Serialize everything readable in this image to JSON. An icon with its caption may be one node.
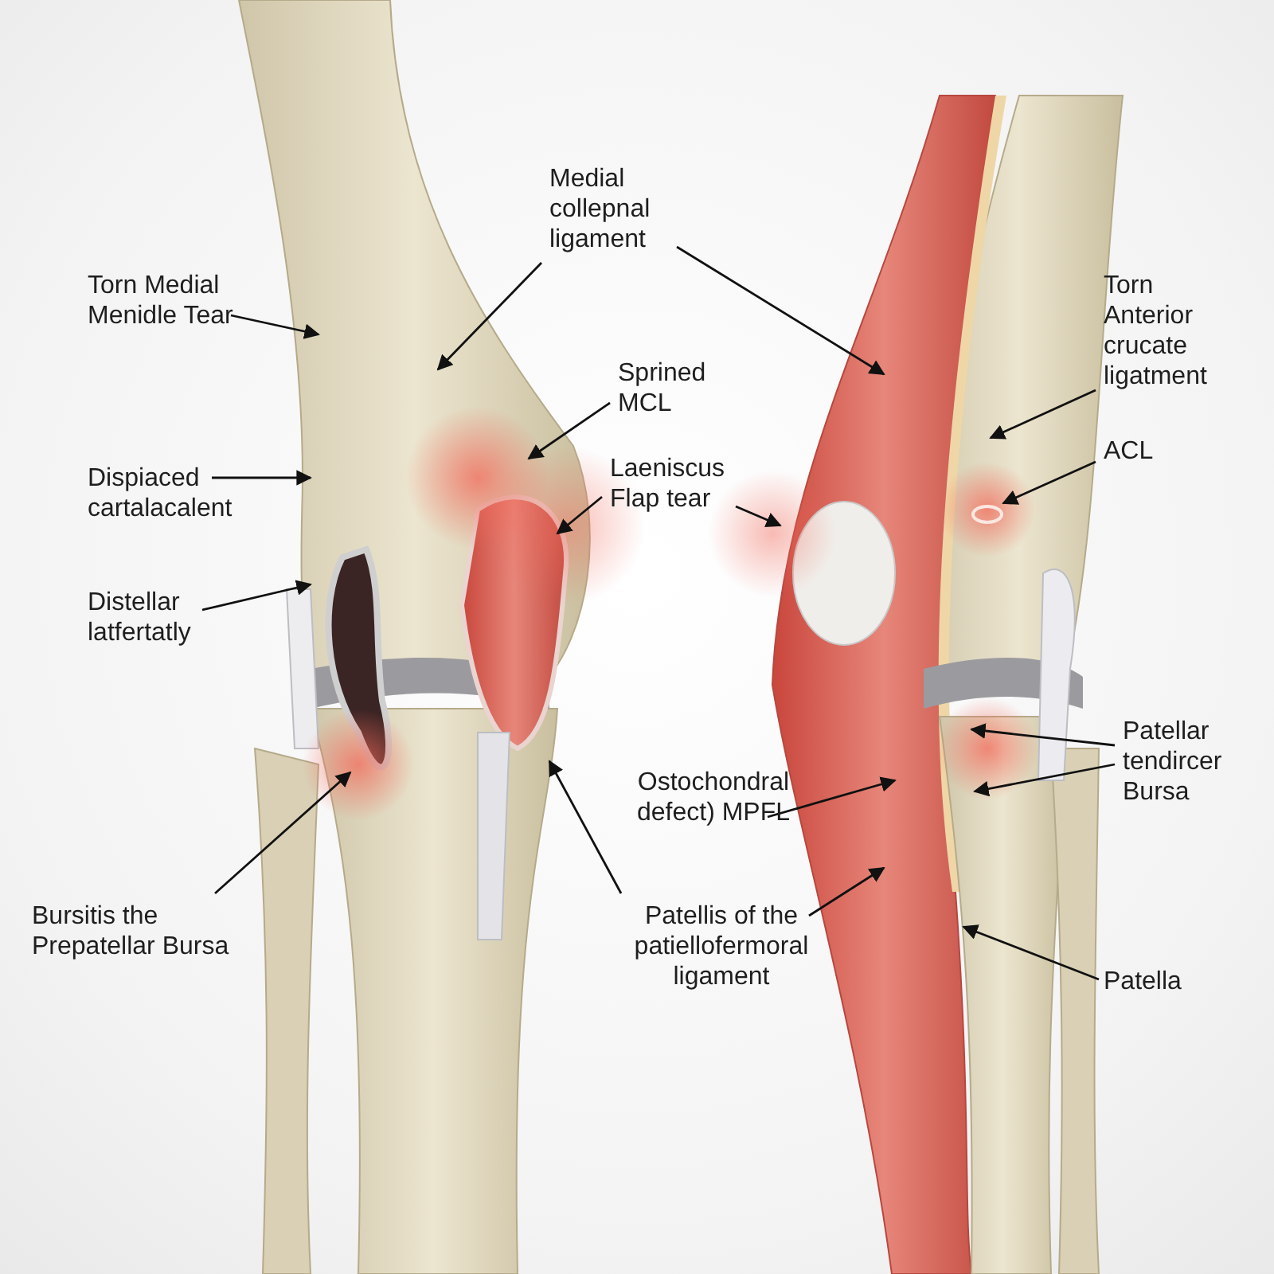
{
  "diagram": {
    "nodes": [
      {
        "text": [
          "Medial collepnal ligament"
        ]
      },
      {
        "text": [
          "Torn Medial Menidle Tear"
        ]
      },
      {
        "text": [
          "Sprined MCL"
        ]
      },
      {
        "text": [
          "Torn Anterior crucate ligatment"
        ]
      },
      {
        "text": [
          "Dispiaced cartalacalent"
        ]
      },
      {
        "text": [
          "Laeniscus Flap tear"
        ]
      },
      {
        "text": [
          "ACL"
        ]
      },
      {
        "text": [
          "Distellar latfertatly"
        ]
      },
      {
        "text": [
          "Patellar tendircer Bursa"
        ]
      },
      {
        "text": [
          "Ostochondral defect) MPFL"
        ]
      },
      {
        "text": [
          "Bursitis the Prepatellar Bursa"
        ]
      },
      {
        "text": [
          "Patellis of the patiellofermoral ligament"
        ]
      },
      {
        "text": [
          "Patella"
        ]
      }
    ],
    "edges": [
      {
        "from": 0,
        "to": null,
        "arrow": "to"
      },
      {
        "from": 0,
        "to": null,
        "arrow": "to"
      },
      {
        "from": 1,
        "to": null,
        "arrow": "to"
      },
      {
        "from": 2,
        "to": null,
        "arrow": "to"
      },
      {
        "from": 3,
        "to": null,
        "arrow": "to"
      },
      {
        "from": 4,
        "to": null,
        "arrow": "to"
      },
      {
        "from": 5,
        "to": null,
        "arrow": "to"
      },
      {
        "from": 5,
        "to": null,
        "arrow": "to"
      },
      {
        "from": 6,
        "to": null,
        "arrow": "to"
      },
      {
        "from": 7,
        "to": null,
        "arrow": "to"
      },
      {
        "from": 8,
        "to": null,
        "arrow": "to"
      },
      {
        "from": 8,
        "to": null,
        "arrow": "to"
      },
      {
        "from": 9,
        "to": null,
        "arrow": "to"
      },
      {
        "from": 10,
        "to": null,
        "arrow": "to"
      },
      {
        "from": 11,
        "to": null,
        "arrow": "to"
      },
      {
        "from": 11,
        "to": null,
        "arrow": "to"
      },
      {
        "from": 12,
        "to": null,
        "arrow": "to"
      }
    ]
  }
}
